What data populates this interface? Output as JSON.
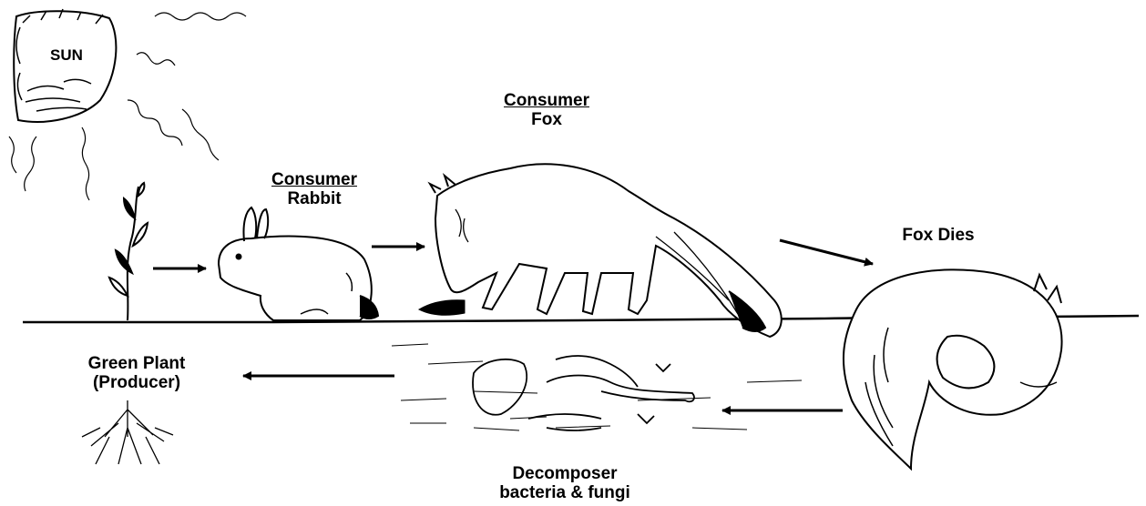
{
  "sun": {
    "label": "SUN"
  },
  "fox_consumer": {
    "role": "Consumer",
    "name": "Fox"
  },
  "rabbit_consumer": {
    "role": "Consumer",
    "name": "Rabbit"
  },
  "fox_dies": {
    "label": "Fox Dies"
  },
  "producer": {
    "line1": "Green Plant",
    "line2": "(Producer)"
  },
  "decomposer": {
    "line1": "Decomposer",
    "line2": "bacteria & fungi"
  }
}
